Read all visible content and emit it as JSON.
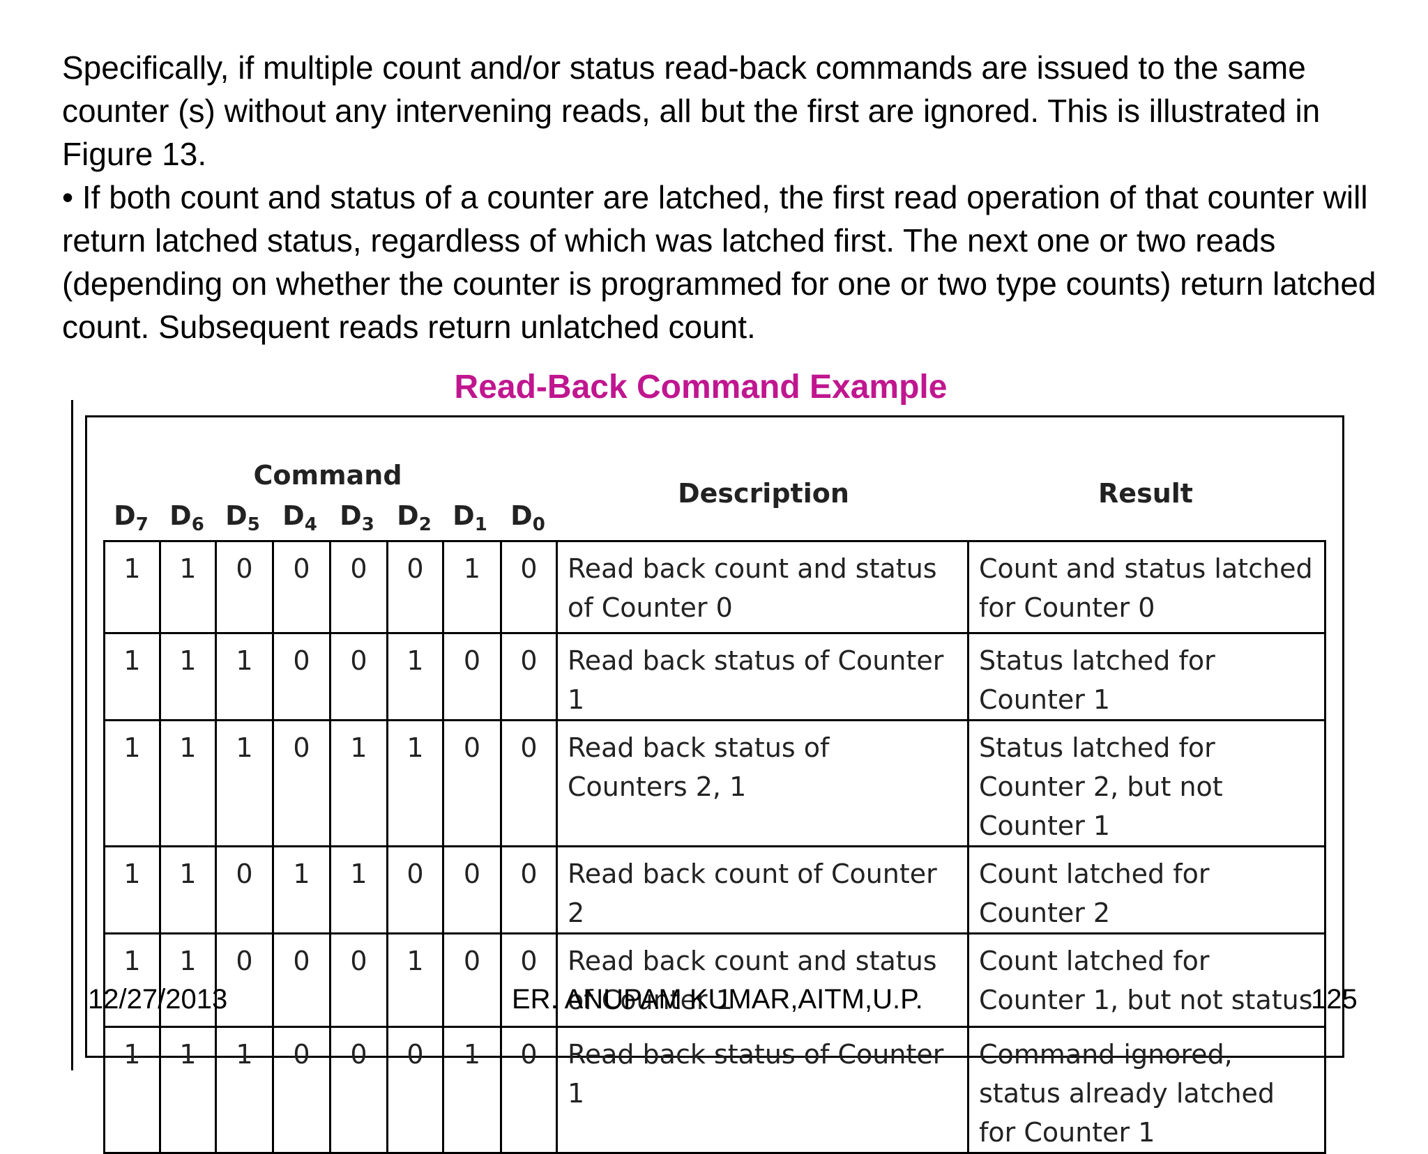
{
  "intro": {
    "paragraph1": "Specifically, if multiple count and/or status read-back commands are issued to the same counter (s) without any intervening reads, all but the first are ignored. This is illustrated in Figure 13.",
    "paragraph2": "• If both count and status of a counter are latched, the first read operation of that counter will return latched status, regardless of which was latched first. The next one or two reads (depending on whether the counter is programmed for one or two type counts) return latched count. Subsequent reads return unlatched count."
  },
  "figure_title": "Read-Back Command Example",
  "table": {
    "command_header": "Command",
    "bit_headers": [
      {
        "letter": "D",
        "sub": "7"
      },
      {
        "letter": "D",
        "sub": "6"
      },
      {
        "letter": "D",
        "sub": "5"
      },
      {
        "letter": "D",
        "sub": "4"
      },
      {
        "letter": "D",
        "sub": "3"
      },
      {
        "letter": "D",
        "sub": "2"
      },
      {
        "letter": "D",
        "sub": "1"
      },
      {
        "letter": "D",
        "sub": "0"
      }
    ],
    "description_header": "Description",
    "result_header": "Result",
    "rows": [
      {
        "bits": [
          "1",
          "1",
          "0",
          "0",
          "0",
          "0",
          "1",
          "0"
        ],
        "description": "Read back count and status of Counter 0",
        "result": "Count and status latched for Counter 0"
      },
      {
        "bits": [
          "1",
          "1",
          "1",
          "0",
          "0",
          "1",
          "0",
          "0"
        ],
        "description": "Read back status of Counter 1",
        "result": "Status latched for Counter 1"
      },
      {
        "bits": [
          "1",
          "1",
          "1",
          "0",
          "1",
          "1",
          "0",
          "0"
        ],
        "description": "Read back status of Counters 2, 1",
        "result": "Status latched for Counter 2, but not Counter 1"
      },
      {
        "bits": [
          "1",
          "1",
          "0",
          "1",
          "1",
          "0",
          "0",
          "0"
        ],
        "description": "Read back count of Counter 2",
        "result": "Count latched for Counter 2"
      },
      {
        "bits": [
          "1",
          "1",
          "0",
          "0",
          "0",
          "1",
          "0",
          "0"
        ],
        "description": "Read back count and status of Counter 1",
        "result": "Count latched for Counter 1, but not status"
      },
      {
        "bits": [
          "1",
          "1",
          "1",
          "0",
          "0",
          "0",
          "1",
          "0"
        ],
        "description": "Read back status of Counter 1",
        "result": "Command ignored, status already latched for Counter 1"
      }
    ]
  },
  "footer": {
    "date": "12/27/2013",
    "author": "ER. ANUPAM KUMAR,AITM,U.P.",
    "page": "125"
  }
}
